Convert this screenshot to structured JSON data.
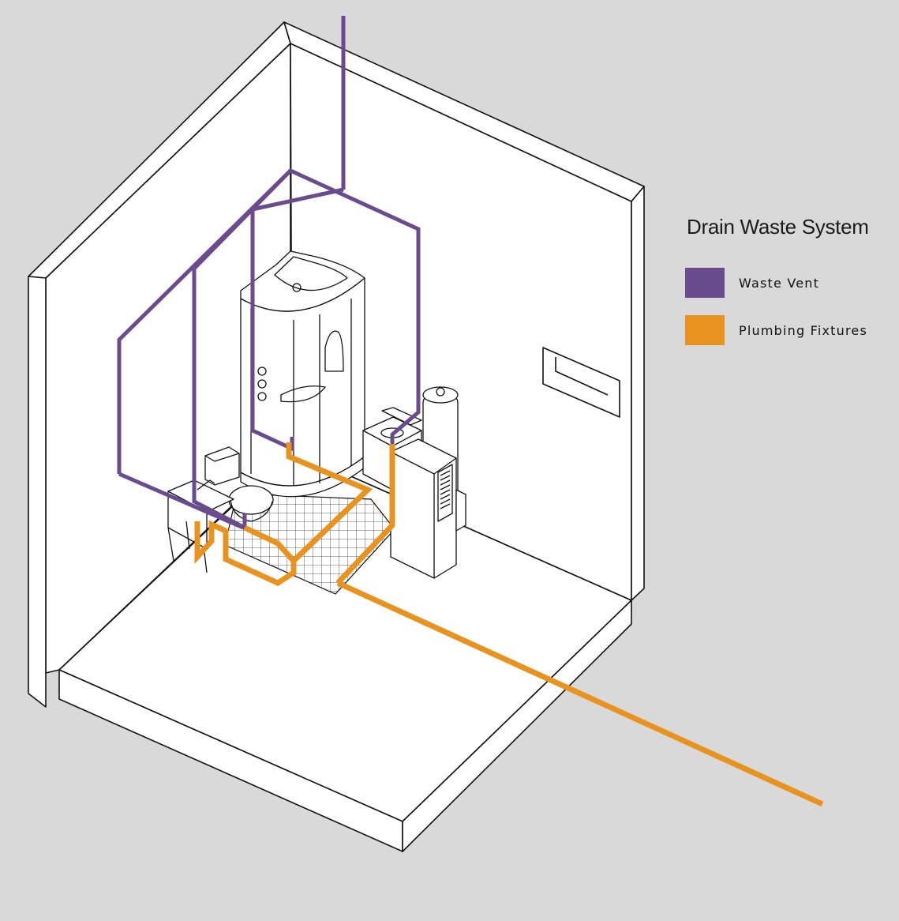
{
  "legend": {
    "title": "Drain Waste System",
    "items": [
      {
        "label": "Waste Vent",
        "color": "#6a4c8e"
      },
      {
        "label": "Plumbing Fixtures",
        "color": "#e8921f"
      }
    ]
  },
  "colors": {
    "background": "#d9d9d9",
    "room_fill": "#ffffff",
    "line": "#111111",
    "waste_vent": "#6a4c8e",
    "plumbing_fixtures": "#e8921f"
  }
}
